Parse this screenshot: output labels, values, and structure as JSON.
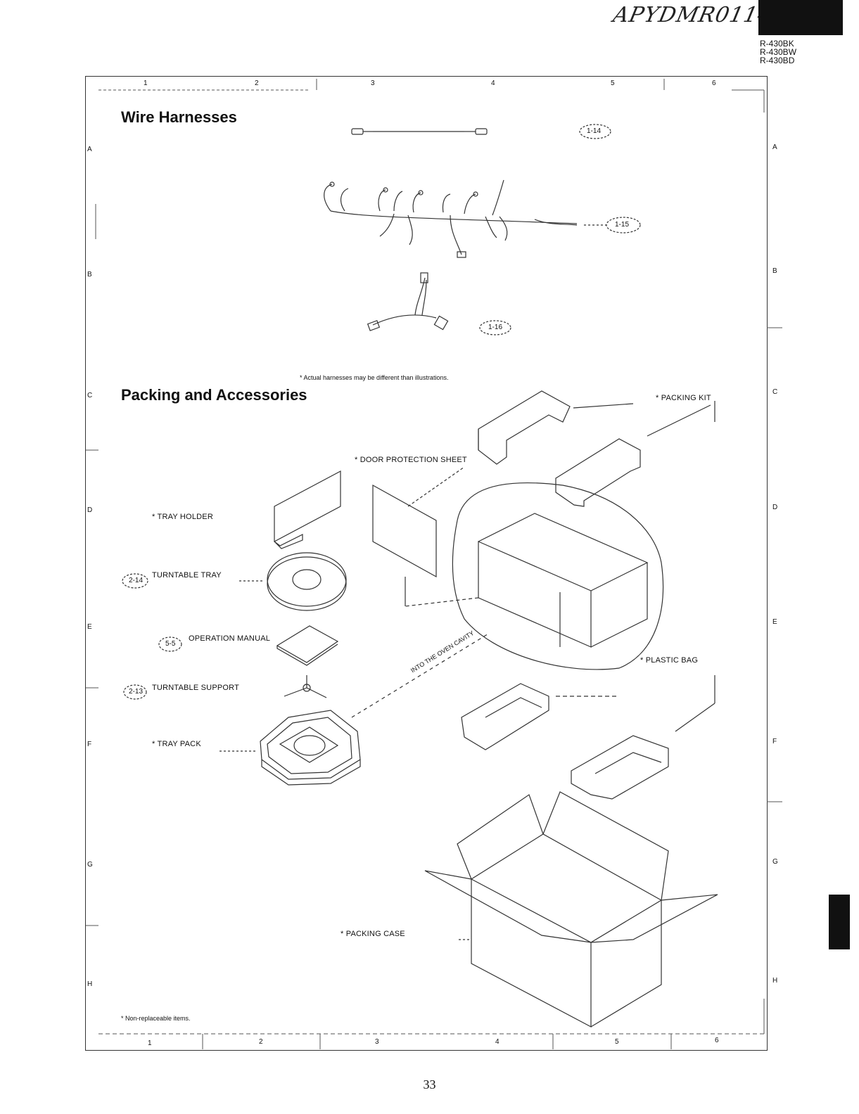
{
  "header": {
    "handwritten_code": "APYDMR0114",
    "models": [
      "R-430BK",
      "R-430BW",
      "R-430BD"
    ]
  },
  "grid": {
    "columns": [
      "1",
      "2",
      "3",
      "4",
      "5",
      "6"
    ],
    "rows": [
      "A",
      "B",
      "C",
      "D",
      "E",
      "F",
      "G",
      "H"
    ]
  },
  "wire_harnesses": {
    "title": "Wire Harnesses",
    "callouts": [
      "1-14",
      "1-15",
      "1-16"
    ],
    "note": "* Actual harnesses may be different than illustrations."
  },
  "packing": {
    "title": "Packing and Accessories",
    "labels": {
      "packing_kit": "* PACKING KIT",
      "door_protection_sheet": "* DOOR PROTECTION SHEET",
      "tray_holder": "* TRAY HOLDER",
      "turntable_tray": "TURNTABLE TRAY",
      "operation_manual": "OPERATION MANUAL",
      "turntable_support": "TURNTABLE SUPPORT",
      "tray_pack": "* TRAY PACK",
      "plastic_bag": "* PLASTIC BAG",
      "into_oven_cavity": "INTO THE OVEN CAVITY",
      "packing_case": "* PACKING CASE"
    },
    "callouts": {
      "turntable_tray": "2-14",
      "operation_manual": "5-5",
      "turntable_support": "2-13"
    }
  },
  "footnote": "* Non-replaceable items.",
  "page_number": "33"
}
